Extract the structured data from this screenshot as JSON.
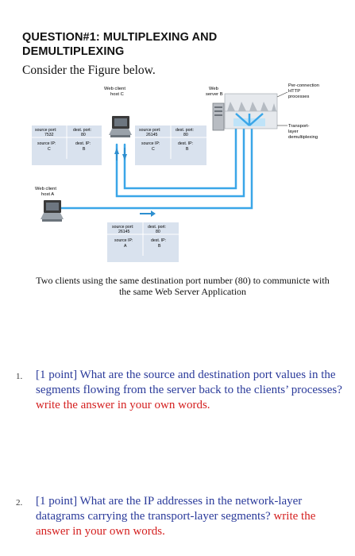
{
  "heading": {
    "line1": "QUESTION#1: MULTIPLEXING AND",
    "line2": "DEMULTIPLEXING"
  },
  "intro": "Consider the Figure below.",
  "figure": {
    "web_client_c": [
      "Web client",
      "host C"
    ],
    "web_server_b": [
      "Web",
      "server B"
    ],
    "per_connection": [
      "Per-connection",
      "HTTP",
      "processes"
    ],
    "transport_layer": [
      "Transport-",
      "layer",
      "demultiplexing"
    ],
    "web_client_a": [
      "Web client",
      "host A"
    ],
    "seg_left": {
      "src_port_label": "source port:",
      "src_port": "7532",
      "dst_port_label": "dest. port:",
      "dst_port": "80",
      "src_ip_label": "source IP:",
      "src_ip": "C",
      "dst_ip_label": "dest. IP:",
      "dst_ip": "B"
    },
    "seg_mid": {
      "src_port_label": "source port:",
      "src_port": "26145",
      "dst_port_label": "dest. port:",
      "dst_port": "80",
      "src_ip_label": "source IP:",
      "src_ip": "C",
      "dst_ip_label": "dest. IP:",
      "dst_ip": "B"
    },
    "seg_bottom": {
      "src_port_label": "source port:",
      "src_port": "26145",
      "dst_port_label": "dest. port:",
      "dst_port": "80",
      "src_ip_label": "source IP:",
      "src_ip": "A",
      "dst_ip_label": "dest. IP:",
      "dst_ip": "B"
    }
  },
  "caption": {
    "line1": "Two clients using the same destination port number (80) to communicte with",
    "line2": "the same Web Server Application"
  },
  "questions": [
    {
      "number": "1.",
      "text": "[1 point] What are the source and destination port values in the segments flowing from the server back to the clients’ processes?",
      "note": "write the answer in your own words."
    },
    {
      "number": "2.",
      "text": "[1 point] What are the IP addresses in the network-layer datagrams carrying the transport-layer segments?",
      "note": "write the answer in your own words."
    }
  ]
}
